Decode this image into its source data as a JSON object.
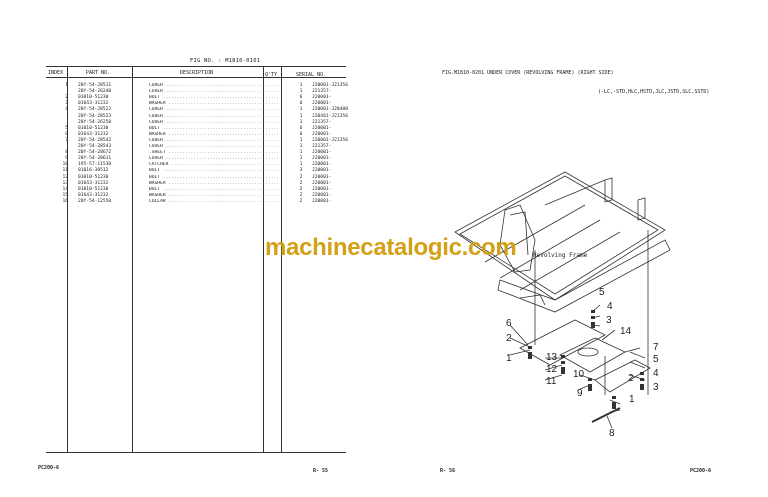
{
  "left_page": {
    "fig_no": "FIG NO. : M1810-0101",
    "columns": {
      "index": "INDEX",
      "part_no": "PART NO.",
      "description": "DESCRIPTION",
      "qty": "Q'TY",
      "serial_no": "SERIAL NO."
    },
    "rows": [
      {
        "index": "1",
        "part_no": "20Y-54-28511",
        "description": "COVER",
        "qty": "1",
        "serial_no": "J20001-J21356"
      },
      {
        "index": "",
        "part_no": "20Y-54-26240",
        "description": "COVER",
        "qty": "1",
        "serial_no": "J21357-"
      },
      {
        "index": "2",
        "part_no": "01010-51230",
        "description": "BOLT",
        "qty": "6",
        "serial_no": "J20001-"
      },
      {
        "index": "3",
        "part_no": "01643-31232",
        "description": "WASHER",
        "qty": "6",
        "serial_no": "J20001-"
      },
      {
        "index": "4",
        "part_no": "20Y-54-28522",
        "description": "COVER",
        "qty": "1",
        "serial_no": "J20001-J20480"
      },
      {
        "index": "",
        "part_no": "20Y-54-28523",
        "description": "COVER",
        "qty": "1",
        "serial_no": "J20481-J21356"
      },
      {
        "index": "",
        "part_no": "20Y-54-26250",
        "description": "COVER",
        "qty": "1",
        "serial_no": "J21357-"
      },
      {
        "index": "5",
        "part_no": "01010-51230",
        "description": "BOLT",
        "qty": "6",
        "serial_no": "J20001-"
      },
      {
        "index": "6",
        "part_no": "01643-31232",
        "description": "WASHER",
        "qty": "6",
        "serial_no": "J20001-"
      },
      {
        "index": "7",
        "part_no": "20Y-54-28542",
        "description": "COVER",
        "qty": "1",
        "serial_no": "J20001-J21356"
      },
      {
        "index": "",
        "part_no": "20Y-54-28543",
        "description": "COVER",
        "qty": "1",
        "serial_no": "J21357-"
      },
      {
        "index": "8",
        "part_no": "20Y-54-28672",
        "description": ".SHEET",
        "qty": "1",
        "serial_no": "J20001-"
      },
      {
        "index": "9",
        "part_no": "20Y-54-28611",
        "description": "COVER",
        "qty": "1",
        "serial_no": "J20001-"
      },
      {
        "index": "10",
        "part_no": "195-57-11530",
        "description": "CATCHER",
        "qty": "1",
        "serial_no": "J20001-"
      },
      {
        "index": "11",
        "part_no": "01016-30512",
        "description": "BOLT",
        "qty": "3",
        "serial_no": "J20001-"
      },
      {
        "index": "12",
        "part_no": "01010-51230",
        "description": "BOLT",
        "qty": "2",
        "serial_no": "J20001-"
      },
      {
        "index": "13",
        "part_no": "01643-31232",
        "description": "WASHER",
        "qty": "2",
        "serial_no": "J20001-"
      },
      {
        "index": "14",
        "part_no": "01010-51230",
        "description": "BOLT",
        "qty": "2",
        "serial_no": "J20001-"
      },
      {
        "index": "15",
        "part_no": "01643-31232",
        "description": "WASHER",
        "qty": "2",
        "serial_no": "J20001-"
      },
      {
        "index": "16",
        "part_no": "20Y-54-12550",
        "description": "COLLAR",
        "qty": "2",
        "serial_no": "J20001-"
      }
    ],
    "footer_left": "PC200-6",
    "footer_right": "R- 55"
  },
  "right_page": {
    "fig_title": "FIG.M1810-0201  UNDER COVER (REVOLVING FRAME) (RIGHT SIDE)",
    "applicability": "(-LC,-STD,HLC,HSTD,JLC,JSTD,SLC,SSTD)",
    "diagram_label": "Revolving Frame",
    "callouts": [
      "5",
      "4",
      "3",
      "6",
      "2",
      "1",
      "14",
      "13",
      "12",
      "11",
      "10",
      "9",
      "2",
      "1",
      "7",
      "5",
      "4",
      "3",
      "8"
    ],
    "footer_left": "R- 56",
    "footer_right": "PC200-6"
  },
  "watermark": "machinecatalogic.com",
  "colors": {
    "watermark": "#d4a017",
    "ink": "#222222"
  }
}
